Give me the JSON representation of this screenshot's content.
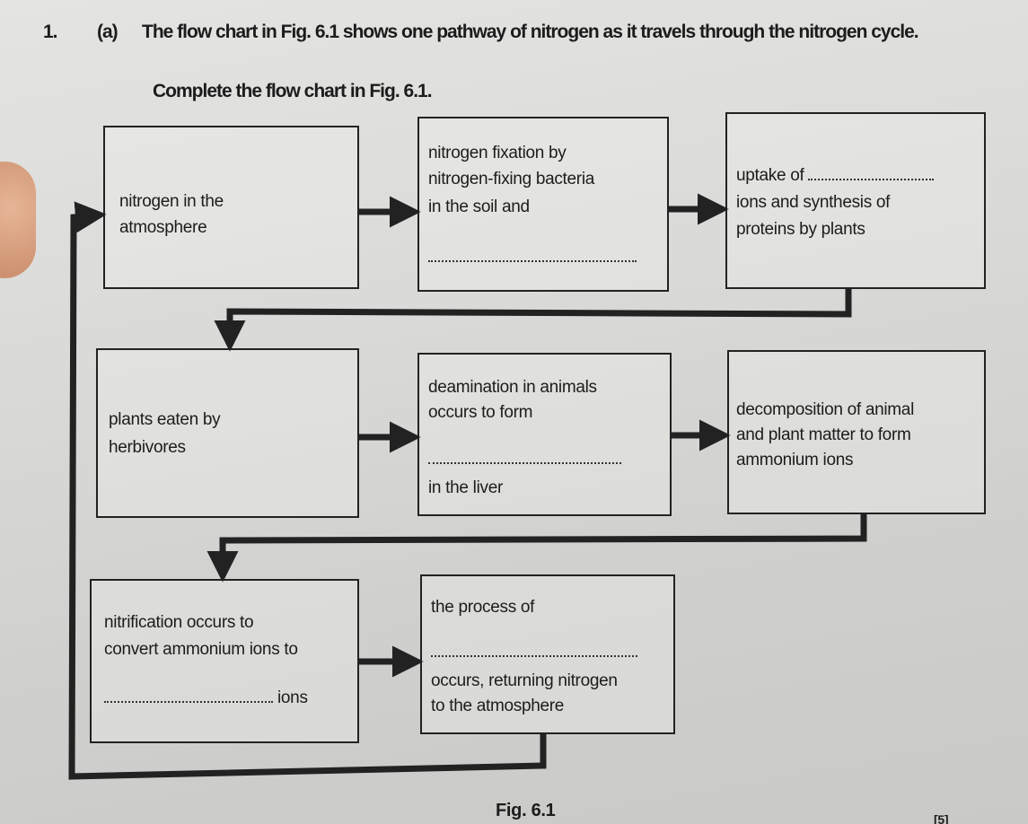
{
  "question": {
    "number": "1.",
    "part": "(a)",
    "intro": "The flow chart in Fig. 6.1 shows one pathway of nitrogen as it travels through the nitrogen cycle.",
    "instruction": "Complete the flow chart in Fig. 6.1."
  },
  "boxes": {
    "b1": {
      "line1": "nitrogen in the",
      "line2": "atmosphere"
    },
    "b2": {
      "line1": "nitrogen fixation by",
      "line2": "nitrogen-fixing bacteria",
      "line3": "in the soil and"
    },
    "b3": {
      "line1": "uptake of",
      "line2": "ions and synthesis of",
      "line3": "proteins by plants"
    },
    "b4": {
      "line1": "plants eaten by",
      "line2": "herbivores"
    },
    "b5": {
      "line1": "deamination in animals",
      "line2": "occurs to form",
      "line3": "in the liver"
    },
    "b6": {
      "line1": "decomposition of animal",
      "line2": "and plant matter to form",
      "line3": "ammonium ions"
    },
    "b7": {
      "line1": "nitrification occurs to",
      "line2": "convert ammonium ions to",
      "line3": "ions"
    },
    "b8": {
      "line1": "the process of",
      "line2": "occurs, returning nitrogen",
      "line3": "to the atmosphere"
    }
  },
  "caption": "Fig. 6.1",
  "marks": "[5]"
}
